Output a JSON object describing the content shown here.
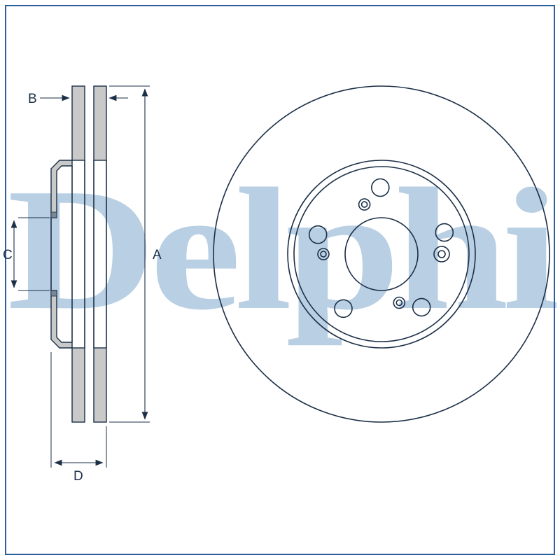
{
  "watermark": {
    "text": "Delphi"
  },
  "labels": {
    "dim_a": "A",
    "dim_b": "B",
    "dim_c": "C",
    "dim_d": "D"
  },
  "colors": {
    "line": "#1b2f47",
    "gray_fill": "#c9c9c9",
    "border": "#2b5d9b",
    "watermark": "#b9cfe3",
    "background": "#ffffff"
  }
}
